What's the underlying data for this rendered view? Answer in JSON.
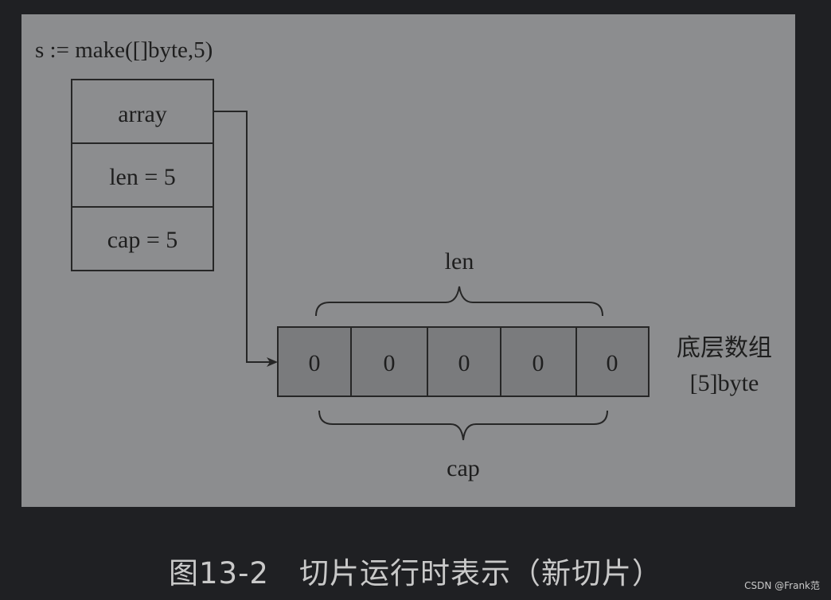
{
  "diagram": {
    "code": "s := make([]byte,5)",
    "header_fields": [
      "array",
      "len = 5",
      "cap = 5"
    ],
    "array_cells": [
      "0",
      "0",
      "0",
      "0",
      "0"
    ],
    "len_label": "len",
    "cap_label": "cap",
    "array_label_line1": "底层数组",
    "array_label_line2": "[5]byte",
    "colors": {
      "panel": "#8c8d8f",
      "cells": "#7a7b7d",
      "stroke": "#262626",
      "text": "#1e1e1e"
    }
  },
  "caption": "图13-2　切片运行时表示（新切片）",
  "watermark": "CSDN @Frank范"
}
